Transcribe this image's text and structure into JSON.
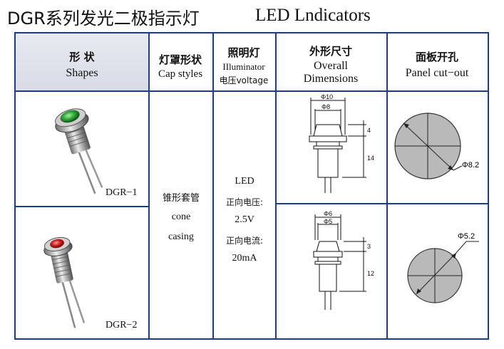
{
  "title": {
    "chinese": "DGR系列发光二极指示灯",
    "english": "LED  Lndicators"
  },
  "headers": {
    "shapes_zh": "形    状",
    "shapes_en": "Shapes",
    "cap_zh": "灯罩形状",
    "cap_en": "Cap styles",
    "illum_zh": "照明灯",
    "illum_en": "IIluminator",
    "illum_v": "电压voltage",
    "dim_zh": "外形尺寸",
    "dim_en1": "Overall",
    "dim_en2": "Dimensions",
    "panel_zh": "面板开孔",
    "panel_en": "Panel cut−out"
  },
  "rows": [
    {
      "code": "DGR−1",
      "lens_color": "#2fa83a",
      "dims": {
        "outer": "Φ10",
        "inner": "Φ8",
        "top": "4",
        "body": "14"
      },
      "cutout": "Φ8.2"
    },
    {
      "code": "DGR−2",
      "lens_color": "#d42020",
      "dims": {
        "outer": "Φ6",
        "inner": "Φ5",
        "top": "3",
        "body": "12"
      },
      "cutout": "Φ5.2"
    }
  ],
  "cap": {
    "zh": "锥形套管",
    "en1": "cone",
    "en2": "casing"
  },
  "illuminator": {
    "type": "LED",
    "fwd_v_label": "正向电压:",
    "fwd_v": "2.5V",
    "fwd_i_label": "正向电流:",
    "fwd_i": "20mA"
  },
  "colors": {
    "border": "#1e3a8a",
    "header_shade": "#dcdfe8",
    "cutout_fill": "#b9b9b9"
  }
}
